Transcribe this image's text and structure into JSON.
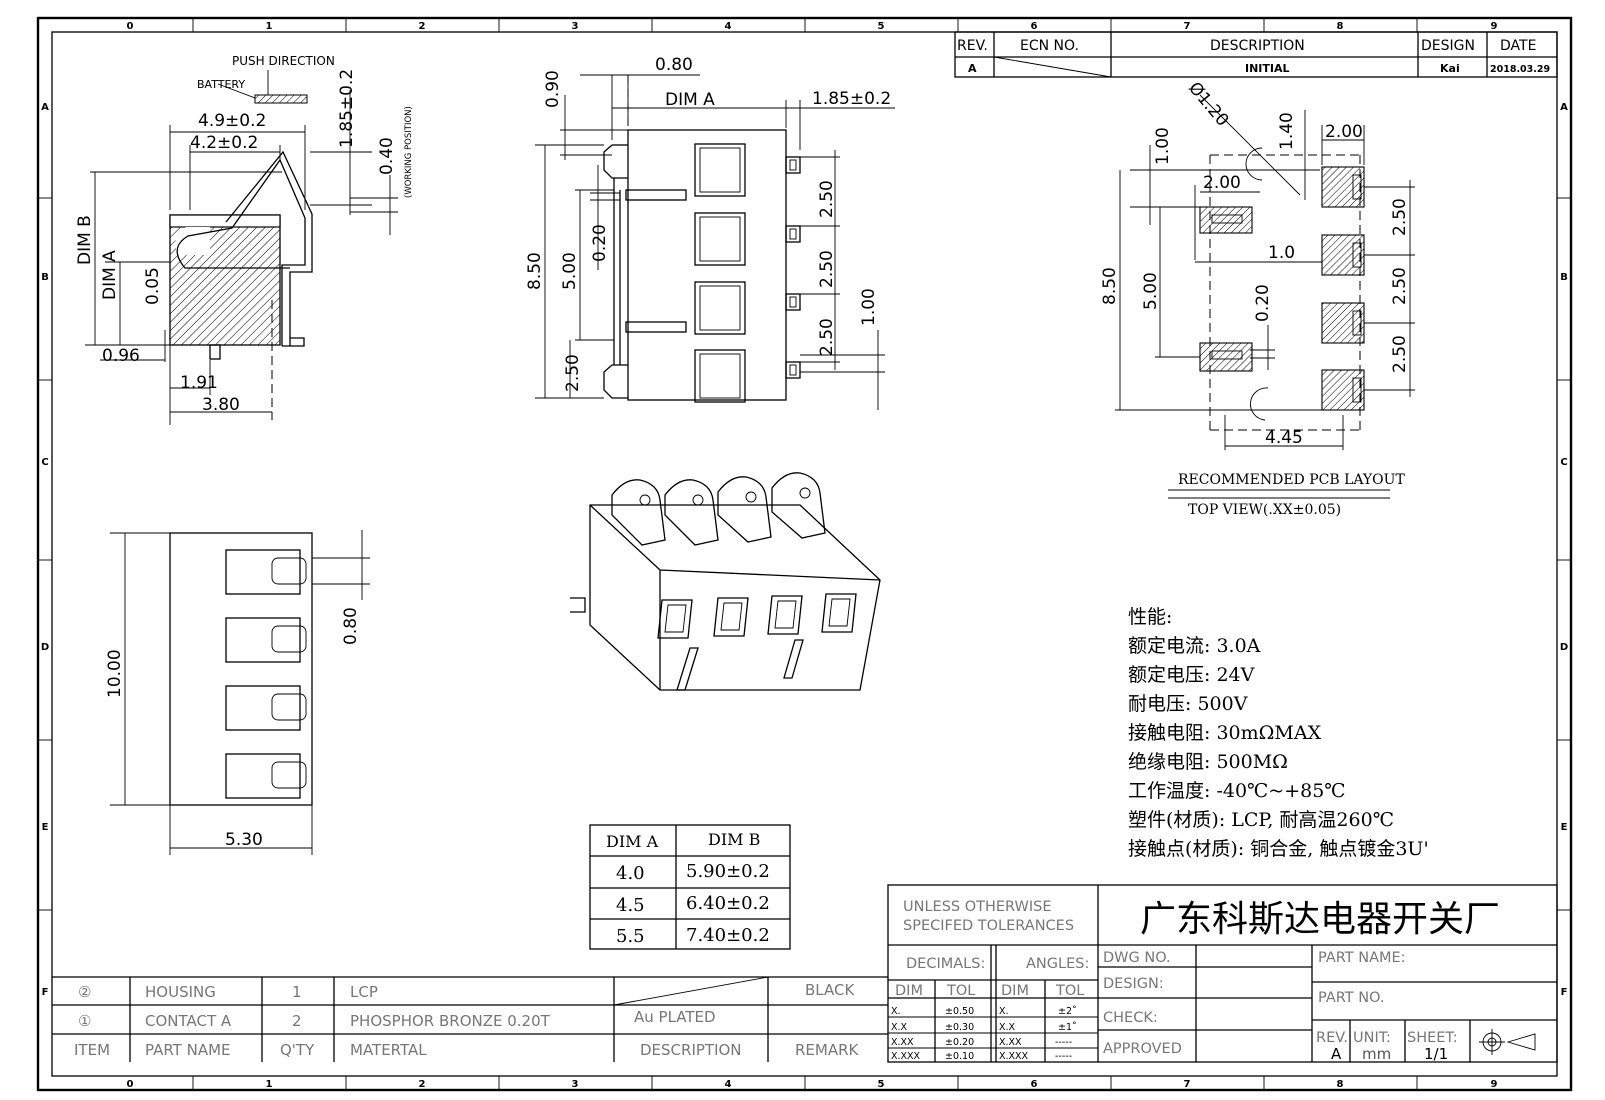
{
  "zones": {
    "top": [
      "0",
      "1",
      "2",
      "3",
      "4",
      "5",
      "6",
      "7",
      "8",
      "9"
    ],
    "bottom": [
      "0",
      "1",
      "2",
      "3",
      "4",
      "5",
      "6",
      "7",
      "8",
      "9"
    ],
    "left": [
      "A",
      "B",
      "C",
      "D",
      "E",
      "F"
    ],
    "right": [
      "A",
      "B",
      "C",
      "D",
      "E",
      "F"
    ]
  },
  "revision_block": {
    "headers": {
      "rev": "REV.",
      "ecn": "ECN NO.",
      "description": "DESCRIPTION",
      "design": "DESIGN",
      "date": "DATE"
    },
    "row": {
      "rev": "A",
      "description": "INITIAL",
      "design": "Kai",
      "date": "2018.03.29"
    }
  },
  "side_view": {
    "push_direction": "PUSH DIRECTION",
    "battery": "BATTERY",
    "d_4_9": "4.9±0.2",
    "d_4_2": "4.2±0.2",
    "d_1_85": "1.85±0.2",
    "d_0_40": "0.40",
    "working_position": "(WORKING POSITION)",
    "dim_b": "DIM B",
    "dim_a": "DIM A",
    "d_0_05": "0.05",
    "d_0_96": "0.96",
    "d_1_91": "1.91",
    "d_3_80": "3.80"
  },
  "top_view": {
    "d_0_80": "0.80",
    "d_0_90": "0.90",
    "dim_a": "DIM A",
    "d_1_85": "1.85±0.2",
    "d_8_50": "8.50",
    "d_5_00": "5.00",
    "d_0_20": "0.20",
    "d_2_50_bottom": "2.50",
    "d_2_50_a": "2.50",
    "d_2_50_b": "2.50",
    "d_2_50_c": "2.50",
    "d_1_00": "1.00"
  },
  "pcb": {
    "d_phi": "Ø1.20",
    "d_1_40": "1.40",
    "d_2_00_top": "2.00",
    "d_1_00": "1.00",
    "d_2_00_inner": "2.00",
    "d_1_0": "1.0",
    "d_8_50": "8.50",
    "d_5_00": "5.00",
    "d_0_20": "0.20",
    "d_2_50_a": "2.50",
    "d_2_50_b": "2.50",
    "d_2_50_c": "2.50",
    "d_4_45": "4.45",
    "title": "RECOMMENDED PCB LAYOUT",
    "subtitle": "TOP VIEW(.XX±0.05)"
  },
  "front_view": {
    "d_10_00": "10.00",
    "d_0_80": "0.80",
    "d_5_30": "5.30"
  },
  "specs": [
    "性能:",
    "额定电流: 3.0A",
    "额定电压: 24V",
    "耐电压: 500V",
    "接触电阻: 30mΩMAX",
    "绝缘电阻: 500MΩ",
    "工作温度: -40℃~+85℃",
    "塑件(材质): LCP, 耐高温260℃",
    "接触点(材质): 铜合金, 触点镀金3U'"
  ],
  "dim_table": {
    "headers": [
      "DIM A",
      "DIM B"
    ],
    "rows": [
      [
        "4.0",
        "5.90±0.2"
      ],
      [
        "4.5",
        "6.40±0.2"
      ],
      [
        "5.5",
        "7.40±0.2"
      ]
    ]
  },
  "bom": {
    "rows": [
      {
        "item": "②",
        "part": "HOUSING",
        "qty": "1",
        "material": "LCP",
        "description": "",
        "remark": "BLACK"
      },
      {
        "item": "①",
        "part": "CONTACT A",
        "qty": "2",
        "material": "PHOSPHOR BRONZE 0.20T",
        "description": "Au PLATED",
        "remark": ""
      }
    ],
    "header": {
      "item": "ITEM",
      "part": "PART NAME",
      "qty": "Q'TY",
      "material": "MATERTAL",
      "description": "DESCRIPTION",
      "remark": "REMARK"
    }
  },
  "title_block": {
    "tolerance_title_1": "UNLESS OTHERWISE",
    "tolerance_title_2": "SPECIFED TOLERANCES",
    "company": "广东科斯达电器开关厂",
    "decimals": "DECIMALS:",
    "angles": "ANGLES:",
    "dim": "DIM",
    "tol": "TOL",
    "decimal_rows": [
      [
        "X.",
        "±0.50"
      ],
      [
        "X.X",
        "±0.30"
      ],
      [
        "X.XX",
        "±0.20"
      ],
      [
        "X.XXX",
        "±0.10"
      ]
    ],
    "angle_rows": [
      [
        "X.",
        "±2˚"
      ],
      [
        "X.X",
        "±1˚"
      ],
      [
        "X.XX",
        "-----"
      ],
      [
        "X.XXX",
        "-----"
      ]
    ],
    "dwg_no": "DWG NO.",
    "design": "DESIGN:",
    "check": "CHECK:",
    "approved": "APPROVED",
    "part_name": "PART NAME:",
    "part_no": "PART NO.",
    "rev_label": "REV.",
    "rev_value": "A",
    "unit_label": "UNIT:",
    "unit_value": "mm",
    "sheet_label": "SHEET:",
    "sheet_value": "1/1"
  }
}
